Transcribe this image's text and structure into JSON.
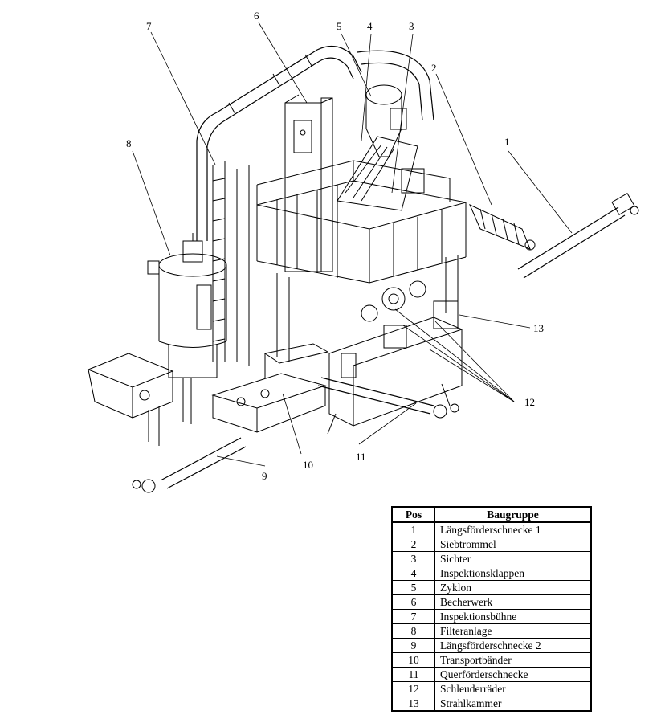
{
  "callouts": [
    "1",
    "2",
    "3",
    "4",
    "5",
    "6",
    "7",
    "8",
    "9",
    "10",
    "11",
    "12",
    "13"
  ],
  "legend": {
    "header_pos": "Pos",
    "header_name": "Baugruppe",
    "rows": [
      {
        "pos": "1",
        "name": "Längsförderschnecke 1"
      },
      {
        "pos": "2",
        "name": "Siebtrommel"
      },
      {
        "pos": "3",
        "name": "Sichter"
      },
      {
        "pos": "4",
        "name": "Inspektionsklappen"
      },
      {
        "pos": "5",
        "name": "Zyklon"
      },
      {
        "pos": "6",
        "name": "Becherwerk"
      },
      {
        "pos": "7",
        "name": "Inspektionsbühne"
      },
      {
        "pos": "8",
        "name": "Filteranlage"
      },
      {
        "pos": "9",
        "name": "Längsförderschnecke 2"
      },
      {
        "pos": "10",
        "name": "Transportbänder"
      },
      {
        "pos": "11",
        "name": "Querförderschnecke"
      },
      {
        "pos": "12",
        "name": "Schleuderräder"
      },
      {
        "pos": "13",
        "name": "Strahlkammer"
      }
    ]
  }
}
